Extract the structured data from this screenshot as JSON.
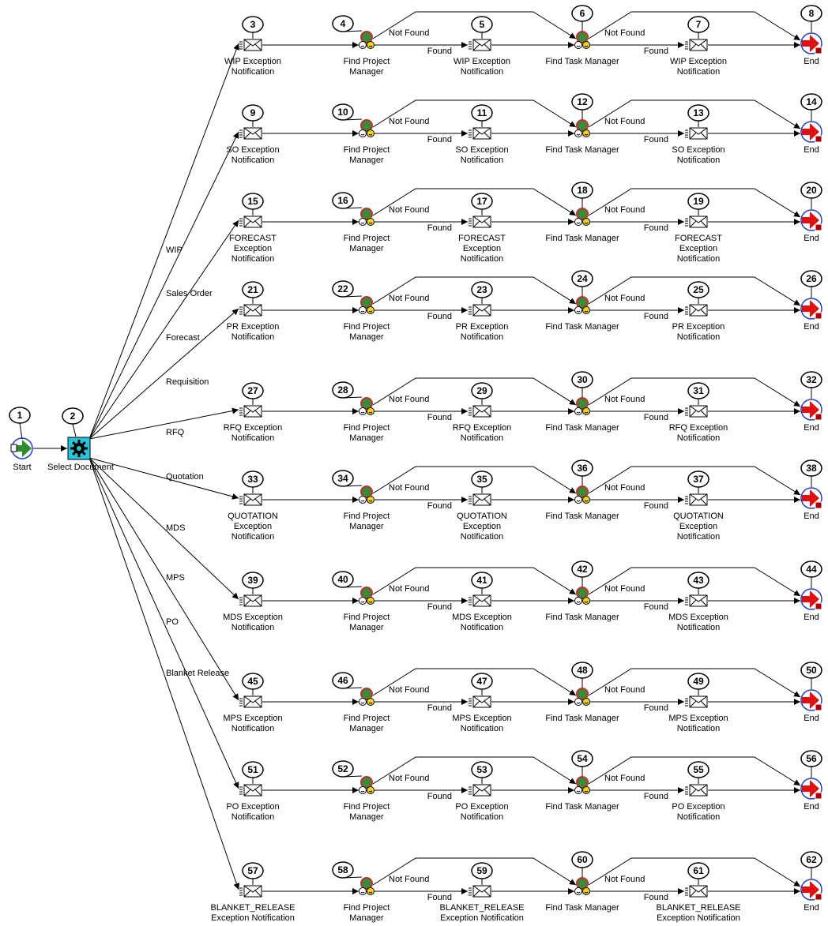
{
  "start": {
    "id": "1",
    "label": "Start"
  },
  "selector": {
    "id": "2",
    "label": "Select Document"
  },
  "labels": {
    "found": "Found",
    "not_found": "Not Found",
    "find_pm": [
      "Find Project",
      "Manager"
    ],
    "find_tm": [
      "Find Task Manager"
    ],
    "end": "End"
  },
  "rows": [
    {
      "branch": "WIP",
      "notif": [
        "WIP Exception",
        "Notification"
      ],
      "ids": [
        "3",
        "4",
        "5",
        "6",
        "7",
        "8"
      ]
    },
    {
      "branch": "Sales Order",
      "notif": [
        "SO Exception",
        "Notification"
      ],
      "ids": [
        "9",
        "10",
        "11",
        "12",
        "13",
        "14"
      ]
    },
    {
      "branch": "Forecast",
      "notif": [
        "FORECAST",
        "Exception",
        "Notification"
      ],
      "ids": [
        "15",
        "16",
        "17",
        "18",
        "19",
        "20"
      ]
    },
    {
      "branch": "Requisition",
      "notif": [
        "PR Exception",
        "Notification"
      ],
      "ids": [
        "21",
        "22",
        "23",
        "24",
        "25",
        "26"
      ]
    },
    {
      "branch": "RFQ",
      "notif": [
        "RFQ Exception",
        "Notification"
      ],
      "ids": [
        "27",
        "28",
        "29",
        "30",
        "31",
        "32"
      ]
    },
    {
      "branch": "Quotation",
      "notif": [
        "QUOTATION",
        "Exception",
        "Notification"
      ],
      "ids": [
        "33",
        "34",
        "35",
        "36",
        "37",
        "38"
      ]
    },
    {
      "branch": "MDS",
      "notif": [
        "MDS Exception",
        "Notification"
      ],
      "ids": [
        "39",
        "40",
        "41",
        "42",
        "43",
        "44"
      ]
    },
    {
      "branch": "MPS",
      "notif": [
        "MPS Exception",
        "Notification"
      ],
      "ids": [
        "45",
        "46",
        "47",
        "48",
        "49",
        "50"
      ]
    },
    {
      "branch": "PO",
      "notif": [
        "PO Exception",
        "Notification"
      ],
      "ids": [
        "51",
        "52",
        "53",
        "54",
        "55",
        "56"
      ]
    },
    {
      "branch": "Blanket Release",
      "notif": [
        "BLANKET_RELEASE",
        "Exception Notification"
      ],
      "ids": [
        "57",
        "58",
        "59",
        "60",
        "61",
        "62"
      ]
    }
  ],
  "colors": {
    "selector_bg": "#29c4d6",
    "start_arrow": "#2e8b2e",
    "end_arrow": "#e01010",
    "node_ring": "#c03030",
    "node_face": "#3a8a3a",
    "smiley": "#f2d21b"
  }
}
